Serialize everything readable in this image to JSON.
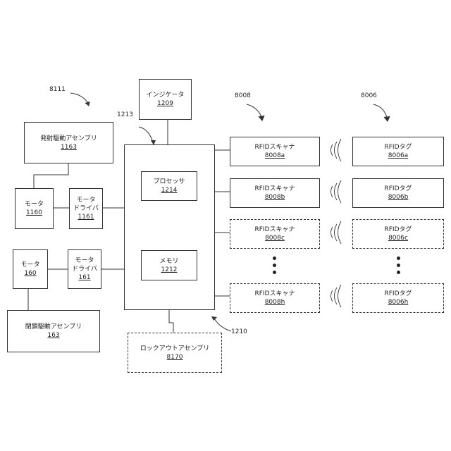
{
  "refs": {
    "r8111": "8111",
    "r1213": "1213",
    "r1210": "1210",
    "r8008": "8008",
    "r8006": "8006"
  },
  "indicator": {
    "label": "インジケータ",
    "num": "1209"
  },
  "firing": {
    "label": "発射駆動アセンブリ",
    "num": "1163"
  },
  "motor_top": {
    "label": "モータ",
    "num": "1160"
  },
  "driver_top": {
    "label1": "モータ",
    "label2": "ドライバ",
    "num": "1161"
  },
  "motor_bottom": {
    "label": "モータ",
    "num": "160"
  },
  "driver_bottom": {
    "label1": "モータ",
    "label2": "ドライバ",
    "num": "161"
  },
  "closure": {
    "label": "閉鎖駆動アセンブリ",
    "num": "163"
  },
  "processor": {
    "label": "プロセッサ",
    "num": "1214"
  },
  "memory": {
    "label": "メモリ",
    "num": "1212"
  },
  "lockout": {
    "label": "ロックアウトアセンブリ",
    "num": "8170"
  },
  "scanners": [
    {
      "label": "RFIDスキャナ",
      "num": "8008a"
    },
    {
      "label": "RFIDスキャナ",
      "num": "8008b"
    },
    {
      "label": "RFIDスキャナ",
      "num": "8008c"
    },
    {
      "label": "RFIDスキャナ",
      "num": "8008h"
    }
  ],
  "tags": [
    {
      "label": "RFIDタグ",
      "num": "8006a"
    },
    {
      "label": "RFIDタグ",
      "num": "8006b"
    },
    {
      "label": "RFIDタグ",
      "num": "8006c"
    },
    {
      "label": "RFIDタグ",
      "num": "8006h"
    }
  ]
}
